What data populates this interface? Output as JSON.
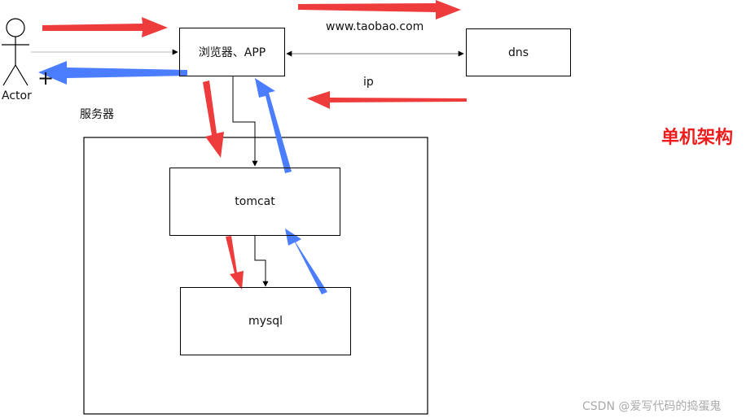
{
  "actor": {
    "label": "Actor",
    "plus": "+"
  },
  "nodes": {
    "browser": "浏览器、APP",
    "dns": "dns",
    "tomcat": "tomcat",
    "mysql": "mysql",
    "server_group": "服务器"
  },
  "edge_labels": {
    "request_domain": "www.taobao.com",
    "response_ip": "ip"
  },
  "title": "单机架构",
  "watermark": "CSDN @爱写代码的捣蛋鬼",
  "colors": {
    "red_arrow": "#ee3b3b",
    "blue_arrow": "#4a7dff",
    "title": "#ee1d1d",
    "line": "#000000",
    "watermark": "#aaaaaa"
  }
}
